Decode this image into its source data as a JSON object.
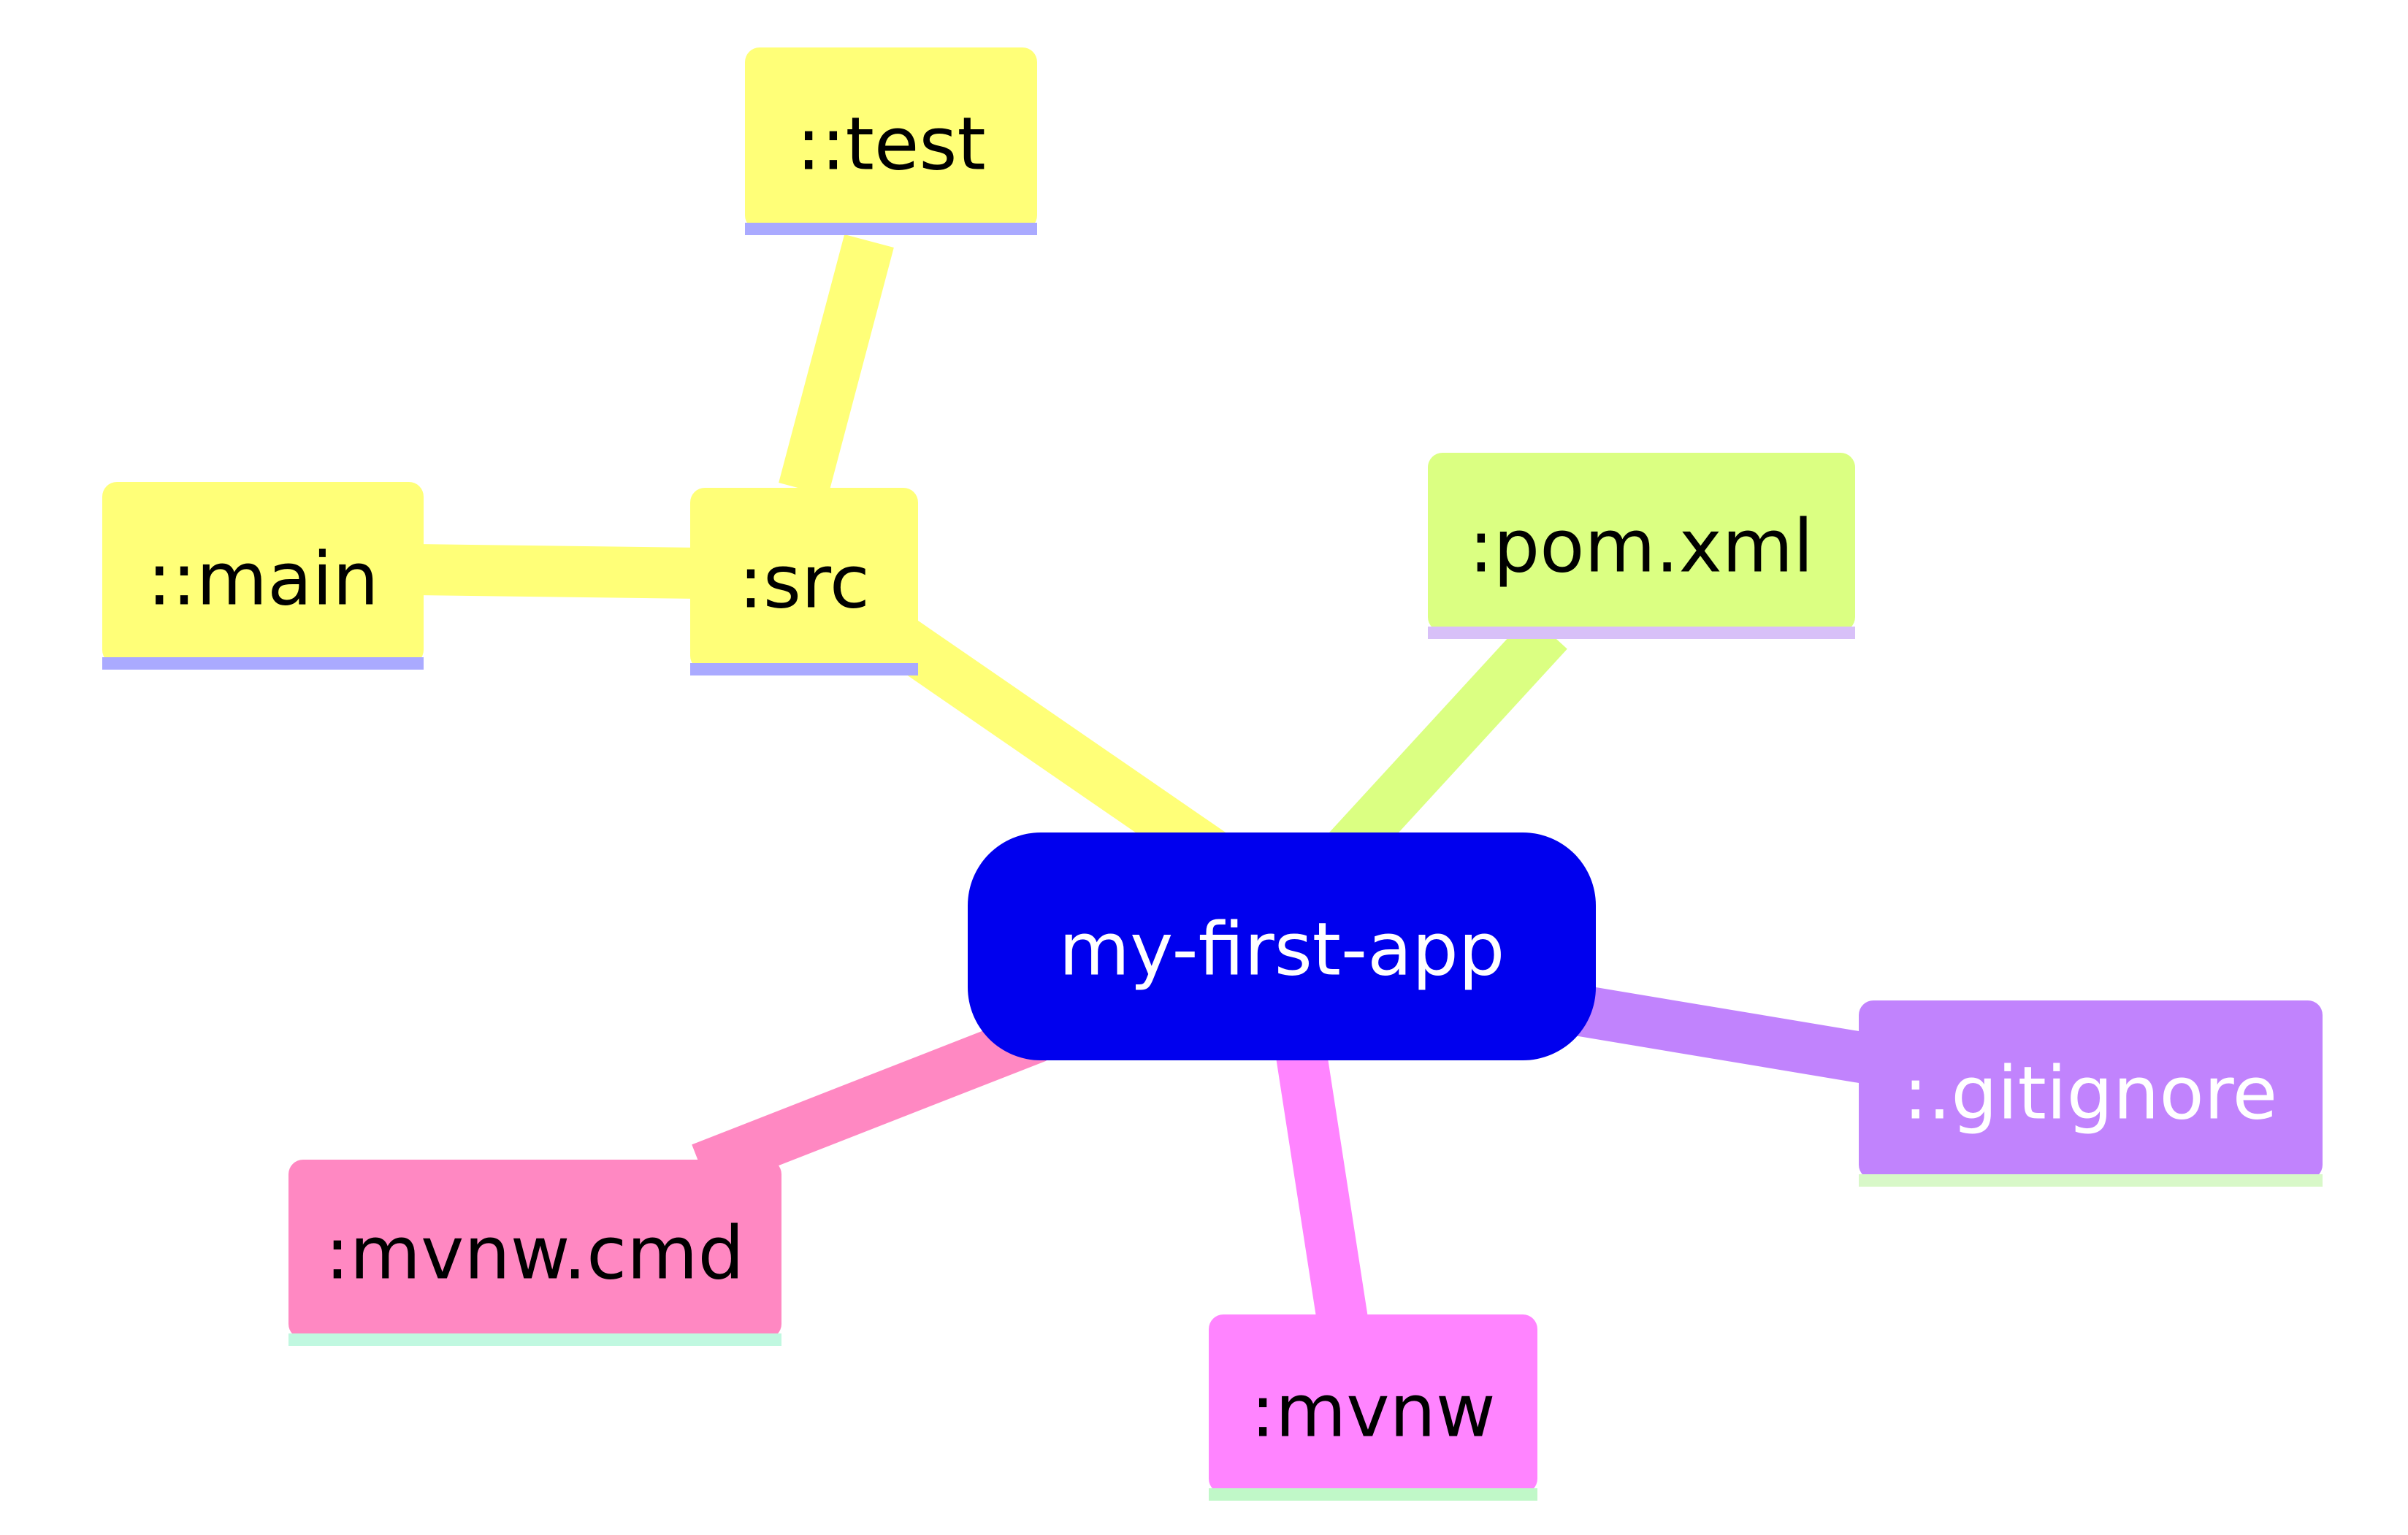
{
  "root": {
    "label": "my-first-app",
    "fill": "#0000ee",
    "text_color": "#ffffff"
  },
  "nodes": {
    "src": {
      "label": ":src",
      "fill": "#ffff78",
      "underline": "#aaaaff",
      "text_color": "#000000"
    },
    "test": {
      "label": "::test",
      "fill": "#ffff78",
      "underline": "#aaaaff",
      "text_color": "#000000"
    },
    "main": {
      "label": "::main",
      "fill": "#ffff78",
      "underline": "#aaaaff",
      "text_color": "#000000"
    },
    "pom": {
      "label": ":pom.xml",
      "fill": "#dbff82",
      "underline": "#d8c0f8",
      "text_color": "#000000"
    },
    "gitignore": {
      "label": ":.gitignore",
      "fill": "#c183fd",
      "underline": "#d8f8c8",
      "text_color": "#ffffff"
    },
    "mvnw": {
      "label": ":mvnw",
      "fill": "#ff84ff",
      "underline": "#c0f8c8",
      "text_color": "#000000"
    },
    "mvnwcmd": {
      "label": ":mvnw.cmd",
      "fill": "#ff88c2",
      "underline": "#c0f8e0",
      "text_color": "#000000"
    }
  },
  "edge_colors": {
    "src": "#ffff78",
    "test": "#ffff78",
    "main": "#ffff78",
    "pom": "#dbff82",
    "gitignore": "#c183fd",
    "mvnw": "#ff84ff",
    "mvnwcmd": "#ff88c2"
  }
}
